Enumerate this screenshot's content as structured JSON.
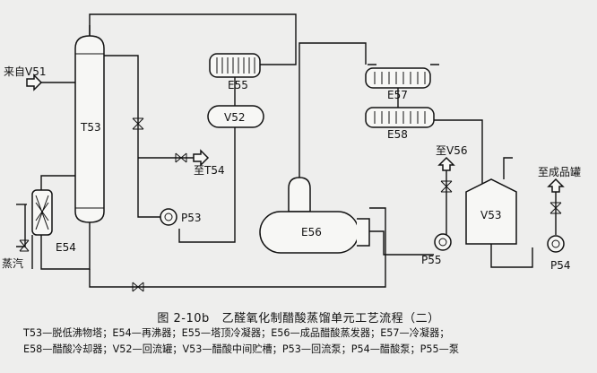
{
  "diagram": {
    "labels": {
      "t53": "T53",
      "e54": "E54",
      "e55": "E55",
      "v52": "V52",
      "p53": "P53",
      "e56": "E56",
      "e57": "E57",
      "e58": "E58",
      "v53": "V53",
      "p54": "P54",
      "p55": "P55",
      "from_v51": "来自V51",
      "to_t54": "至T54",
      "to_v56": "至V56",
      "to_product_tank": "至成品罐",
      "steam": "蒸汽"
    }
  },
  "caption": {
    "figure_no": "图 2-10b",
    "title": "乙醛氧化制醋酸蒸馏单元工艺流程（二）"
  },
  "legend": {
    "line1": "T53—脱低沸物塔；E54—再沸器；E55—塔顶冷凝器；E56—成品醋酸蒸发器；E57—冷凝器；",
    "line2": "E58—醋酸冷却器；V52—回流罐；V53—醋酸中间贮槽；P53—回流泵；P54—醋酸泵；P55—泵"
  }
}
